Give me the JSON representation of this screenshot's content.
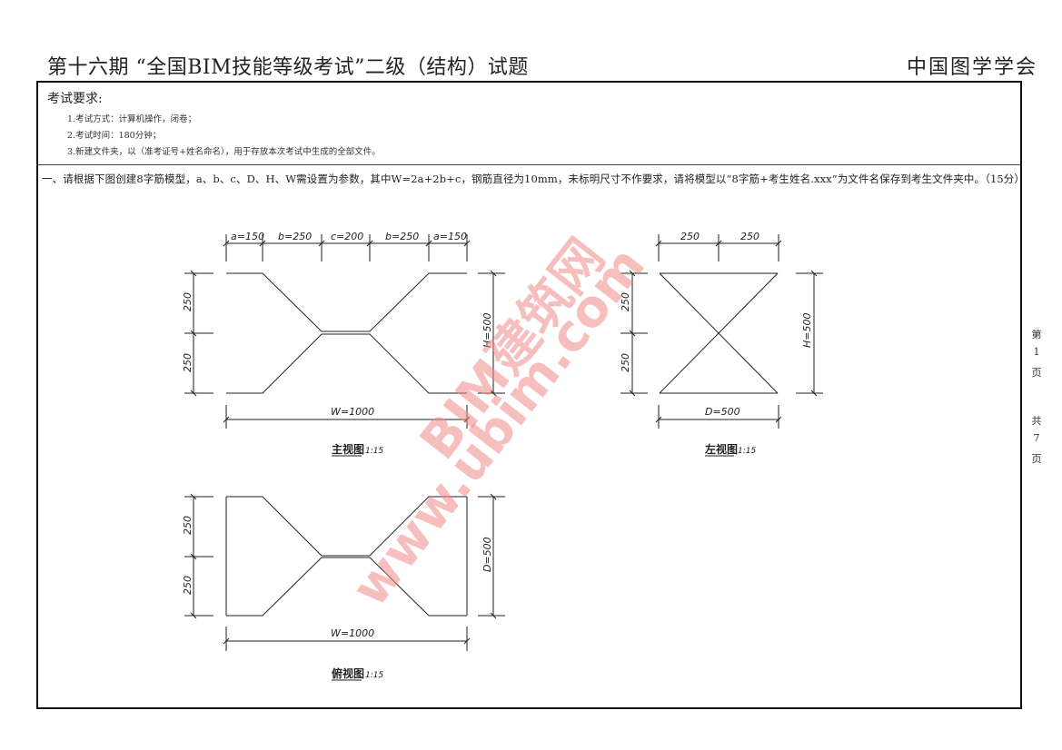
{
  "header": {
    "title": "第十六期 “全国BIM技能等级考试”二级（结构）试题",
    "organization": "中国图学学会"
  },
  "requirements": {
    "heading": "考试要求:",
    "items": [
      "1.考试方式：计算机操作，闭卷；",
      "2.考试时间：180分钟；",
      "3.新建文件夹，以（准考证号+姓名命名），用于存放本次考试中生成的全部文件。"
    ]
  },
  "question": {
    "text": "一、请根据下图创建8字筋模型，a、b、c、D、H、W需设置为参数，其中W=2a+2b+c，钢筋直径为10mm，未标明尺寸不作要求，请将模型以“8字筋+考生姓名.xxx”为文件名保存到考生文件夹中。（15分）"
  },
  "page_info": {
    "current": [
      "第",
      "1",
      "页"
    ],
    "total": [
      "共",
      "7",
      "页"
    ]
  },
  "drawings": {
    "front_view": {
      "caption": "主视图",
      "scale": "1:15",
      "top_dims": [
        "a=150",
        "b=250",
        "c=200",
        "b=250",
        "a=150"
      ],
      "left_dims": [
        "250",
        "250"
      ],
      "right_dim": "H=500",
      "bottom_dim": "W=1000"
    },
    "side_view": {
      "caption": "左视图",
      "scale": "1:15",
      "top_dims": [
        "250",
        "250"
      ],
      "left_dims": [
        "250",
        "250"
      ],
      "right_dim": "H=500",
      "bottom_dim": "D=500"
    },
    "top_view": {
      "caption": "俯视图",
      "scale": "1:15",
      "left_dims": [
        "250",
        "250"
      ],
      "right_dim": "D=500",
      "bottom_dim": "W=1000"
    }
  },
  "watermark": {
    "line1": "BIM建筑网",
    "line2": "www.ubim.com",
    "color": "#f28a8a"
  }
}
